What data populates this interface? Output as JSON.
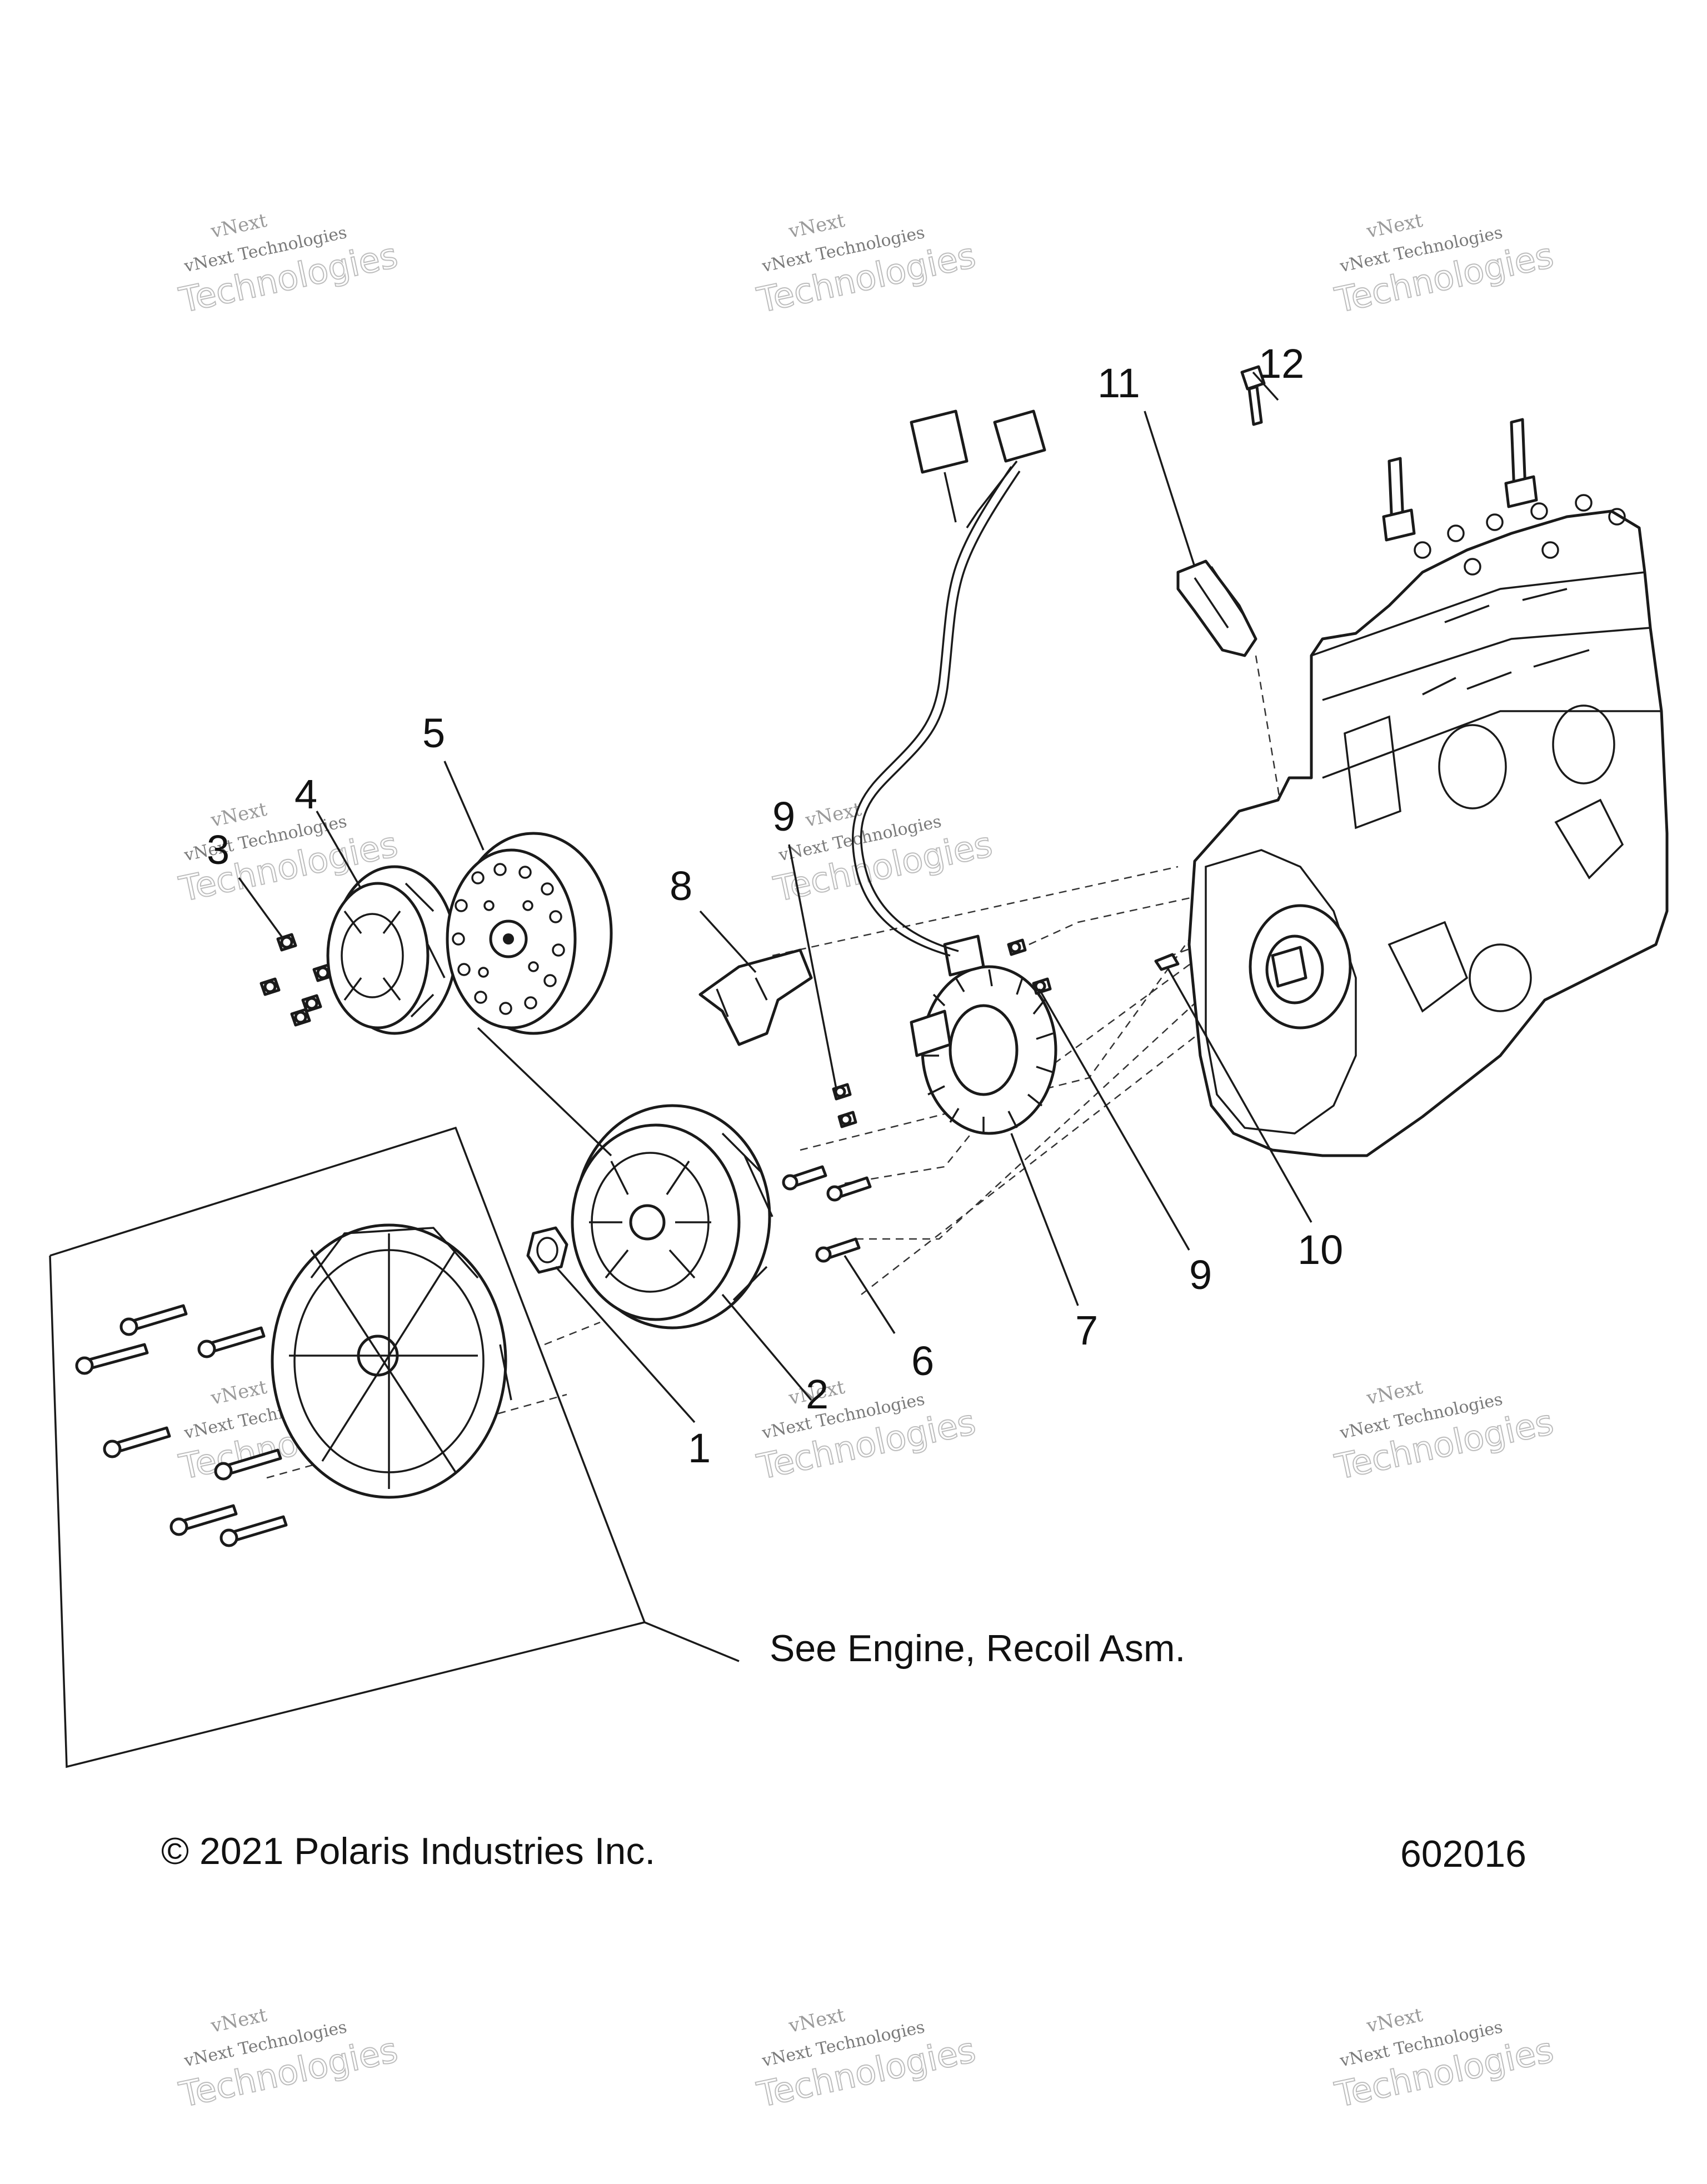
{
  "diagram": {
    "callouts": [
      "1",
      "2",
      "3",
      "4",
      "5",
      "6",
      "7",
      "8",
      "9",
      "9",
      "10",
      "11",
      "12"
    ],
    "reference_note": "See Engine, Recoil Asm.",
    "copyright": "© 2021 Polaris Industries Inc.",
    "figure_number": "602016"
  },
  "watermark": {
    "line_primary": "vNext Technologies",
    "line_small": "vNext",
    "line_large": "Technologies"
  },
  "colors": {
    "ink": "#1a1a1a",
    "watermark": "#9a9a9a"
  }
}
